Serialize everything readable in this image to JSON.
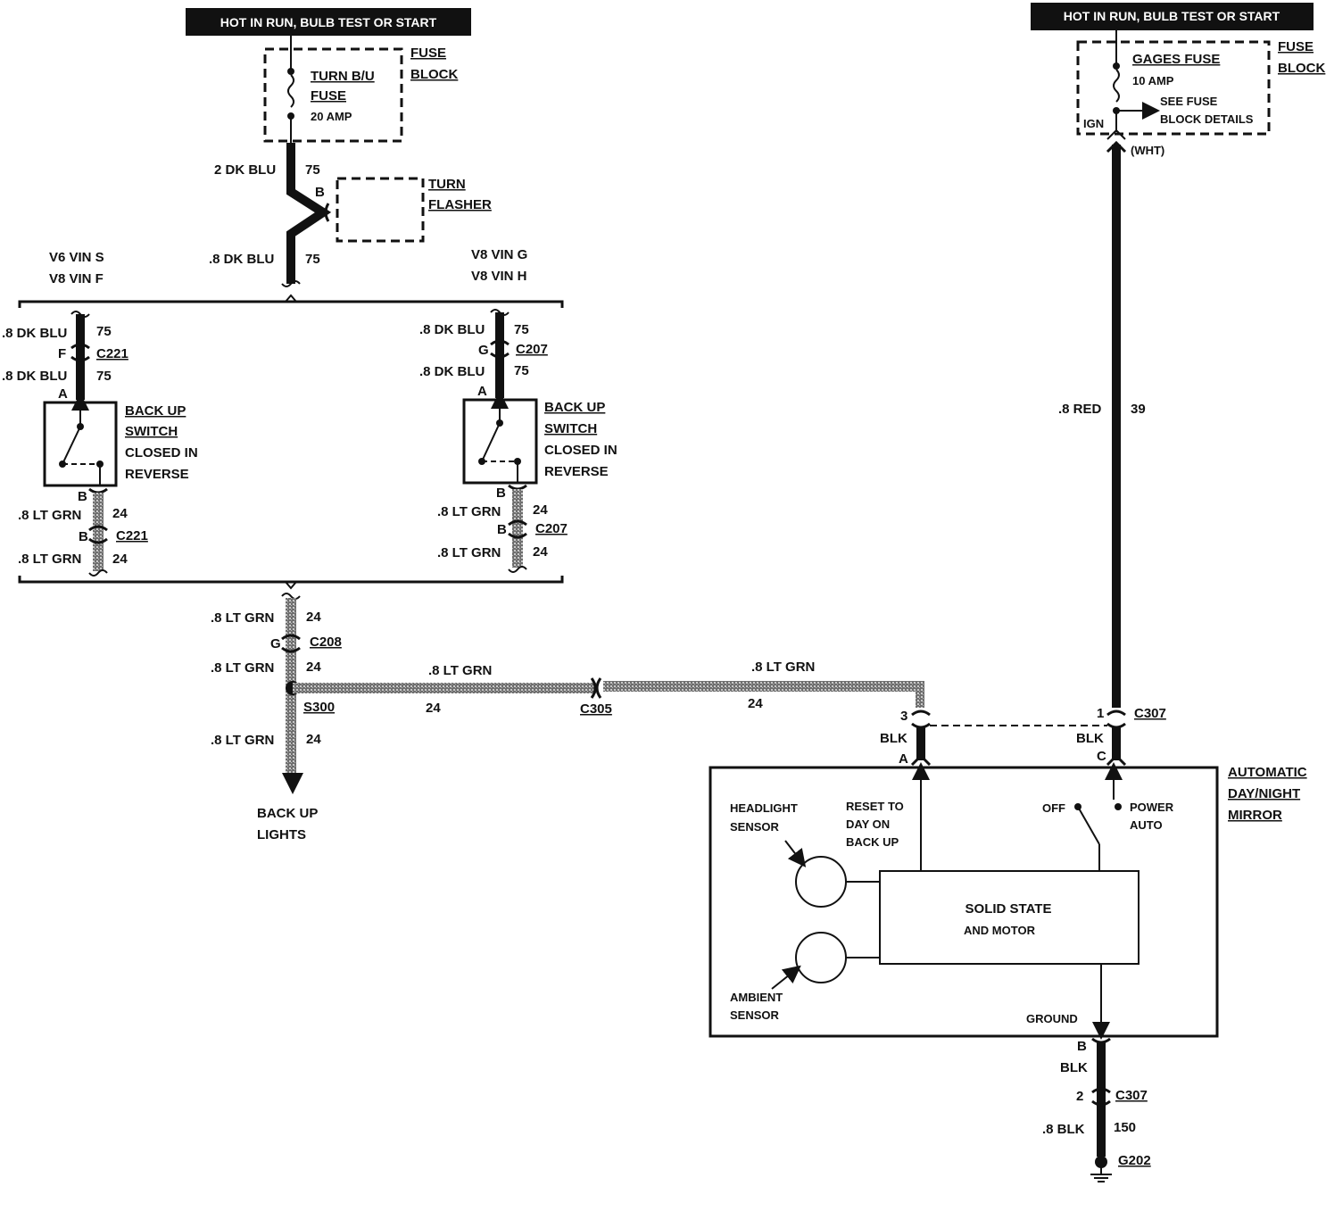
{
  "left_power": {
    "banner": "HOT IN RUN, BULB TEST OR START",
    "fuse_label": [
      "TURN B/U",
      "FUSE"
    ],
    "fuse_rating": "20 AMP",
    "block_label": [
      "FUSE",
      "BLOCK"
    ],
    "wire_top": {
      "gauge": "2 DK BLU",
      "circuit": "75"
    },
    "flasher_pin": "B",
    "flasher_label": [
      "TURN",
      "FLASHER"
    ],
    "wire_bottom": {
      "gauge": ".8 DK BLU",
      "circuit": "75"
    }
  },
  "left_branch": {
    "vin_label": [
      "V6 VIN S",
      "V8 VIN F"
    ],
    "wire_in_top": {
      "gauge": ".8 DK BLU",
      "circuit": "75"
    },
    "conn_in": {
      "pin": "F",
      "name": "C221"
    },
    "wire_in_bottom": {
      "gauge": ".8 DK BLU",
      "circuit": "75"
    },
    "pin_top": "A",
    "switch_label": [
      "BACK UP",
      "SWITCH",
      "CLOSED IN",
      "REVERSE"
    ],
    "pin_bottom": "B",
    "wire_out_top": {
      "gauge": ".8 LT GRN",
      "circuit": "24"
    },
    "conn_out": {
      "pin": "B",
      "name": "C221"
    },
    "wire_out_bottom": {
      "gauge": ".8 LT GRN",
      "circuit": "24"
    }
  },
  "right_branch": {
    "vin_label": [
      "V8 VIN G",
      "V8 VIN H"
    ],
    "wire_in_top": {
      "gauge": ".8 DK BLU",
      "circuit": "75"
    },
    "conn_in": {
      "pin": "G",
      "name": "C207"
    },
    "wire_in_bottom": {
      "gauge": ".8 DK BLU",
      "circuit": "75"
    },
    "pin_top": "A",
    "switch_label": [
      "BACK UP",
      "SWITCH",
      "CLOSED IN",
      "REVERSE"
    ],
    "pin_bottom": "B",
    "wire_out_top": {
      "gauge": ".8 LT GRN",
      "circuit": "24"
    },
    "conn_out": {
      "pin": "B",
      "name": "C207"
    },
    "wire_out_bottom": {
      "gauge": ".8 LT GRN",
      "circuit": "24"
    }
  },
  "common": {
    "wire_a": {
      "gauge": ".8 LT GRN",
      "circuit": "24"
    },
    "conn": {
      "pin": "G",
      "name": "C208"
    },
    "wire_b": {
      "gauge": ".8 LT GRN",
      "circuit": "24"
    },
    "splice": "S300",
    "wire_down": {
      "gauge": ".8 LT GRN",
      "circuit": "24"
    },
    "load_label": [
      "BACK UP",
      "LIGHTS"
    ],
    "horiz_wire_1": {
      "gauge": ".8 LT GRN",
      "circuit": "24"
    },
    "inline_conn": "C305",
    "horiz_wire_2": {
      "gauge": ".8 LT GRN",
      "circuit": "24"
    }
  },
  "right_power": {
    "banner": "HOT IN RUN, BULB TEST OR START",
    "fuse_label": "GAGES FUSE",
    "fuse_rating": "10 AMP",
    "fuse_note": [
      "SEE FUSE",
      "BLOCK DETAILS"
    ],
    "ign_label": "IGN",
    "block_label": [
      "FUSE",
      "BLOCK"
    ],
    "terminal_color": "(WHT)",
    "wire": {
      "gauge": ".8 RED",
      "circuit": "39"
    }
  },
  "mirror": {
    "conn_name": "C307",
    "pin_left": {
      "num": "3",
      "color": "BLK",
      "letter": "A"
    },
    "pin_right": {
      "num": "1",
      "color": "BLK",
      "letter": "C"
    },
    "title": [
      "AUTOMATIC",
      "DAY/NIGHT",
      "MIRROR"
    ],
    "headlight_sensor": [
      "HEADLIGHT",
      "SENSOR"
    ],
    "reset_label": [
      "RESET TO",
      "DAY ON",
      "BACK UP"
    ],
    "switch_off": "OFF",
    "switch_on": [
      "POWER",
      "AUTO"
    ],
    "module": [
      "SOLID STATE",
      "AND MOTOR"
    ],
    "ambient_sensor": [
      "AMBIENT",
      "SENSOR"
    ],
    "ground_label": "GROUND",
    "ground_pin": {
      "letter": "B",
      "color": "BLK"
    },
    "ground_conn": {
      "num": "2",
      "name": "C307"
    },
    "ground_wire": {
      "gauge": ".8 BLK",
      "circuit": "150"
    },
    "ground_point": "G202"
  },
  "colors": {
    "wire_dark": "#111111",
    "wire_green": "#8c8c8c",
    "ink": "#111111"
  }
}
